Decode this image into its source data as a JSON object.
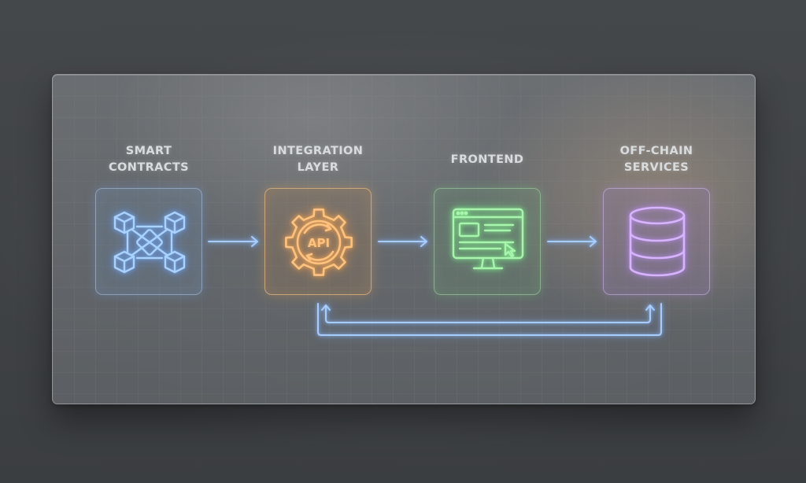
{
  "diagram": {
    "nodes": [
      {
        "id": "smart-contracts",
        "label": "SMART\nCONTRACTS",
        "icon": "blockchain-network-icon",
        "color": "#8fc4ff"
      },
      {
        "id": "integration-layer",
        "label": "INTEGRATION\nLAYER",
        "icon": "api-gear-icon",
        "color": "#ffb76a",
        "icon_text": "API"
      },
      {
        "id": "frontend",
        "label": "FRONTEND",
        "icon": "monitor-browser-icon",
        "color": "#9df0a2"
      },
      {
        "id": "off-chain-services",
        "label": "OFF-CHAIN\nSERVICES",
        "icon": "database-icon",
        "color": "#cfa6ff"
      }
    ],
    "edges": [
      {
        "from": "smart-contracts",
        "to": "integration-layer",
        "style": "arrow"
      },
      {
        "from": "integration-layer",
        "to": "frontend",
        "style": "arrow"
      },
      {
        "from": "frontend",
        "to": "off-chain-services",
        "style": "arrow"
      },
      {
        "from": "integration-layer",
        "to": "off-chain-services",
        "style": "bidirectional-loop"
      }
    ],
    "connector_color": "#9cc8ff"
  }
}
